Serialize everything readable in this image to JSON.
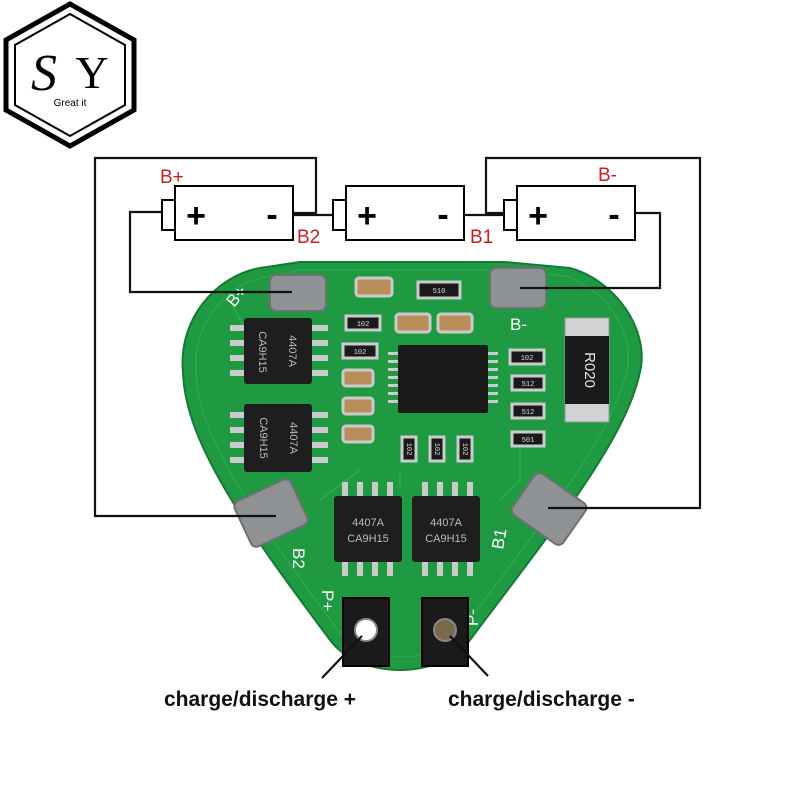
{
  "logo": {
    "letters": "SY",
    "letter1": "S",
    "letter2": "Y",
    "tagline": "Great it"
  },
  "labels": {
    "b_plus": "B+",
    "b_minus": "B-",
    "b2": "B2",
    "b1": "B1"
  },
  "batteries": [
    {
      "plus": "+",
      "minus": "-"
    },
    {
      "plus": "+",
      "minus": "-"
    },
    {
      "plus": "+",
      "minus": "-"
    }
  ],
  "pcb": {
    "pad_b_plus": "B+",
    "pad_b_minus": "B-",
    "pad_b2": "B2",
    "pad_b1": "B1",
    "pad_p_plus": "P+",
    "pad_p_minus": "P-",
    "shunt_resistor": "R020",
    "mosfet_marking_1": "4407A",
    "mosfet_marking_2": "CA9H15",
    "resistors": [
      "510",
      "102",
      "102",
      "102",
      "512",
      "512",
      "501",
      "102",
      "102",
      "102"
    ]
  },
  "captions": {
    "charge_plus": "charge/discharge +",
    "charge_minus": "charge/discharge -"
  },
  "colors": {
    "pcb_green": "#1f9a43",
    "label_red": "#c81e1e",
    "wire": "#111111"
  }
}
